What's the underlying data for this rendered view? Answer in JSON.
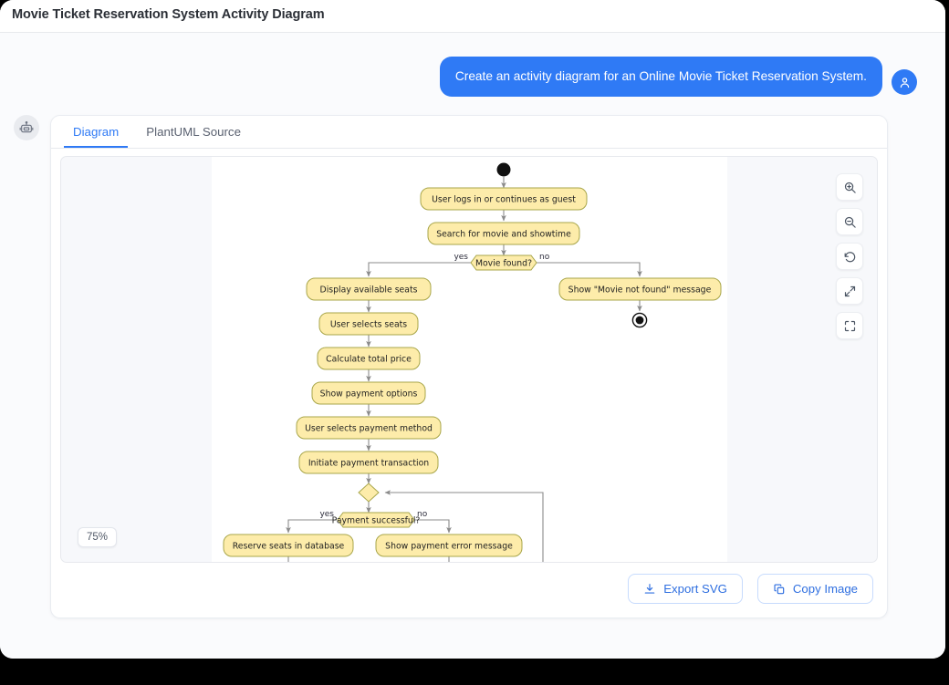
{
  "window": {
    "title": "Movie Ticket Reservation System Activity Diagram"
  },
  "conversation": {
    "user_message": "Create an activity diagram for an Online Movie Ticket Reservation System.",
    "user_avatar_icon": "user-icon",
    "bot_avatar_icon": "robot-icon"
  },
  "card": {
    "tabs": [
      {
        "label": "Diagram",
        "active": true
      },
      {
        "label": "PlantUML Source",
        "active": false
      }
    ],
    "zoom_level": "75%",
    "toolbar": [
      {
        "name": "zoom-in-icon",
        "title": "Zoom in"
      },
      {
        "name": "zoom-out-icon",
        "title": "Zoom out"
      },
      {
        "name": "reset-rotate-icon",
        "title": "Reset"
      },
      {
        "name": "expand-icon",
        "title": "Fit to screen"
      },
      {
        "name": "fullscreen-icon",
        "title": "Fullscreen"
      }
    ],
    "actions": [
      {
        "label": "Export SVG",
        "icon": "download-icon"
      },
      {
        "label": "Copy Image",
        "icon": "copy-icon"
      }
    ]
  },
  "colors": {
    "accent": "#2f7af5",
    "node_fill": "#fdecaa",
    "node_stroke": "#a8a64a",
    "edge": "#8b8b8b",
    "canvas": "#ffffff",
    "viewport_bg": "#f7f8fb"
  },
  "chart_data": {
    "type": "diagram",
    "diagram_kind": "uml-activity-diagram",
    "title": "Movie Ticket Reservation System Activity Diagram",
    "nodes": [
      {
        "id": "start",
        "type": "initial-node",
        "label": ""
      },
      {
        "id": "a1",
        "type": "action",
        "label": "User logs in or continues as guest"
      },
      {
        "id": "a2",
        "type": "action",
        "label": "Search for movie and showtime"
      },
      {
        "id": "d1",
        "type": "decision",
        "label": "Movie found?"
      },
      {
        "id": "a3",
        "type": "action",
        "label": "Display available seats"
      },
      {
        "id": "a4",
        "type": "action",
        "label": "Show \"Movie not found\" message"
      },
      {
        "id": "end1",
        "type": "final-node",
        "label": ""
      },
      {
        "id": "a5",
        "type": "action",
        "label": "User selects seats"
      },
      {
        "id": "a6",
        "type": "action",
        "label": "Calculate total price"
      },
      {
        "id": "a7",
        "type": "action",
        "label": "Show payment options"
      },
      {
        "id": "a8",
        "type": "action",
        "label": "User selects payment method"
      },
      {
        "id": "a9",
        "type": "action",
        "label": "Initiate payment transaction"
      },
      {
        "id": "m1",
        "type": "merge",
        "label": ""
      },
      {
        "id": "d2",
        "type": "decision",
        "label": "Payment successful?"
      },
      {
        "id": "a10",
        "type": "action",
        "label": "Reserve seats in database"
      },
      {
        "id": "a11",
        "type": "action",
        "label": "Show payment error message"
      }
    ],
    "edges": [
      {
        "from": "start",
        "to": "a1",
        "guard": ""
      },
      {
        "from": "a1",
        "to": "a2",
        "guard": ""
      },
      {
        "from": "a2",
        "to": "d1",
        "guard": ""
      },
      {
        "from": "d1",
        "to": "a3",
        "guard": "yes"
      },
      {
        "from": "d1",
        "to": "a4",
        "guard": "no"
      },
      {
        "from": "a4",
        "to": "end1",
        "guard": ""
      },
      {
        "from": "a3",
        "to": "a5",
        "guard": ""
      },
      {
        "from": "a5",
        "to": "a6",
        "guard": ""
      },
      {
        "from": "a6",
        "to": "a7",
        "guard": ""
      },
      {
        "from": "a7",
        "to": "a8",
        "guard": ""
      },
      {
        "from": "a8",
        "to": "a9",
        "guard": ""
      },
      {
        "from": "a9",
        "to": "m1",
        "guard": ""
      },
      {
        "from": "m1",
        "to": "d2",
        "guard": ""
      },
      {
        "from": "d2",
        "to": "a10",
        "guard": "yes"
      },
      {
        "from": "d2",
        "to": "a11",
        "guard": "no"
      },
      {
        "from": "a11",
        "to": "m1",
        "guard": ""
      }
    ],
    "guards": [
      "yes",
      "no",
      "yes",
      "no"
    ],
    "note": "Diagram is vertically clipped by the viewport below 'Reserve seats in database' / 'Show payment error message'."
  }
}
